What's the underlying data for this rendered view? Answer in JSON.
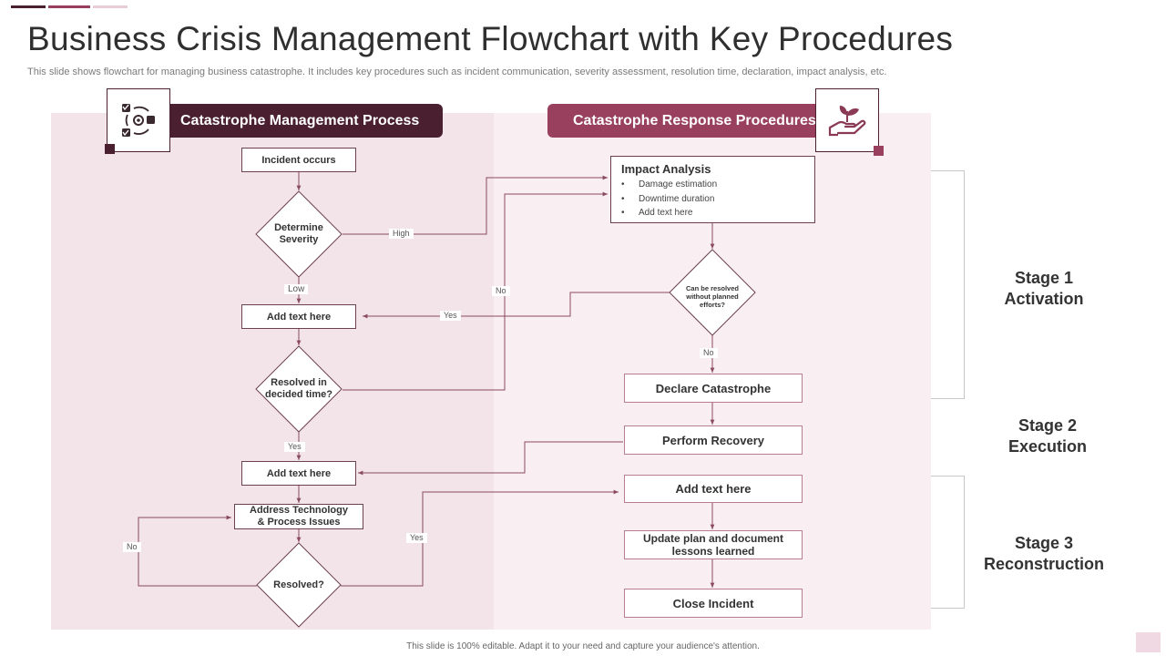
{
  "slide": {
    "title": "Business Crisis Management Flowchart with Key Procedures",
    "subtitle": "This slide shows flowchart for managing business catastrophe. It includes key procedures such as incident communication, severity assessment, resolution time, declaration, impact analysis, etc.",
    "footer": "This slide is 100% editable.  Adapt it to your need and capture your audience's attention."
  },
  "colors": {
    "dark_plum": "#4a1f2f",
    "rose": "#99405f",
    "line": "#8a4a60",
    "panel_left": "#f3e4ea",
    "panel_right": "#f9eef2"
  },
  "icons": {
    "left": "process-cycle-icon",
    "right": "plant-in-hand-icon"
  },
  "headers": {
    "left": "Catastrophe Management Process",
    "right": "Catastrophe Response Procedures"
  },
  "left_flow": {
    "incident": "Incident occurs",
    "determine_severity": [
      "Determine",
      "Severity"
    ],
    "add_text_1": "Add text here",
    "resolved_in_time": [
      "Resolved in",
      "decided time?"
    ],
    "add_text_2": "Add text here",
    "address_issues": [
      "Address Technology",
      "& Process Issues"
    ],
    "resolved": "Resolved?"
  },
  "right_flow": {
    "impact_title": "Impact Analysis",
    "impact_items": [
      "Damage estimation",
      "Downtime duration",
      "Add text here"
    ],
    "can_be_resolved": [
      "Can be resolved",
      "without planned",
      "efforts?"
    ],
    "declare": "Declare Catastrophe",
    "recovery": "Perform Recovery",
    "add_text": "Add text here",
    "update_plan": [
      "Update plan and document",
      "lessons learned"
    ],
    "close": "Close Incident"
  },
  "edge_labels": {
    "high": "High",
    "low": "Low",
    "yes_add_text": "Yes",
    "no_impact": "No",
    "no_declare": "No",
    "yes_after_time": "Yes",
    "no_loop": "No",
    "yes_resolved": "Yes"
  },
  "stages": [
    {
      "line1": "Stage 1",
      "line2": "Activation"
    },
    {
      "line1": "Stage 2",
      "line2": "Execution"
    },
    {
      "line1": "Stage 3",
      "line2": "Reconstruction"
    }
  ]
}
